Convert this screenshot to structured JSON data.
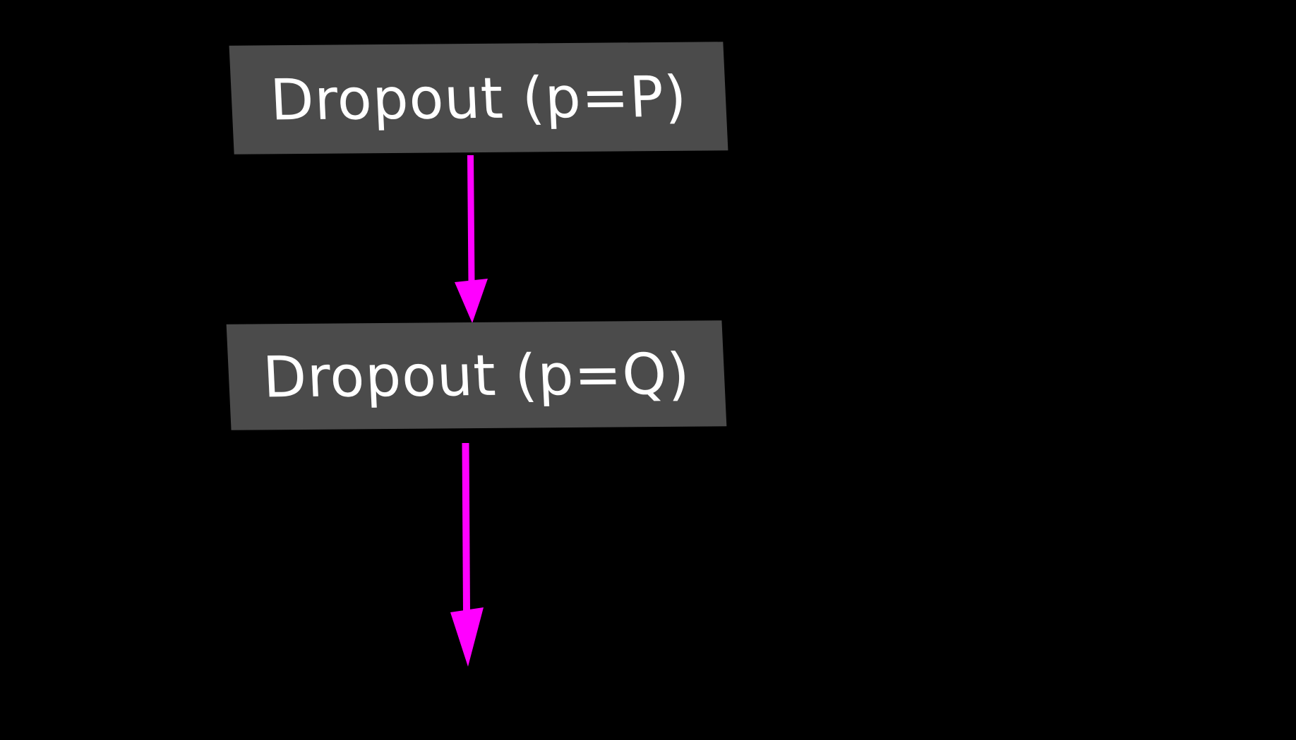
{
  "diagram": {
    "background_color": "#000000",
    "node_fill_color": "#4b4b4b",
    "node_text_color": "#ffffff",
    "arrow_color": "#ff00ff",
    "nodes": [
      {
        "label": "Dropout (p=P)"
      },
      {
        "label": "Dropout (p=Q)"
      }
    ],
    "edges": [
      {
        "from": "Dropout (p=P)",
        "to": "Dropout (p=Q)",
        "direction": "down"
      },
      {
        "from": "Dropout (p=Q)",
        "to": "",
        "direction": "down"
      }
    ]
  }
}
